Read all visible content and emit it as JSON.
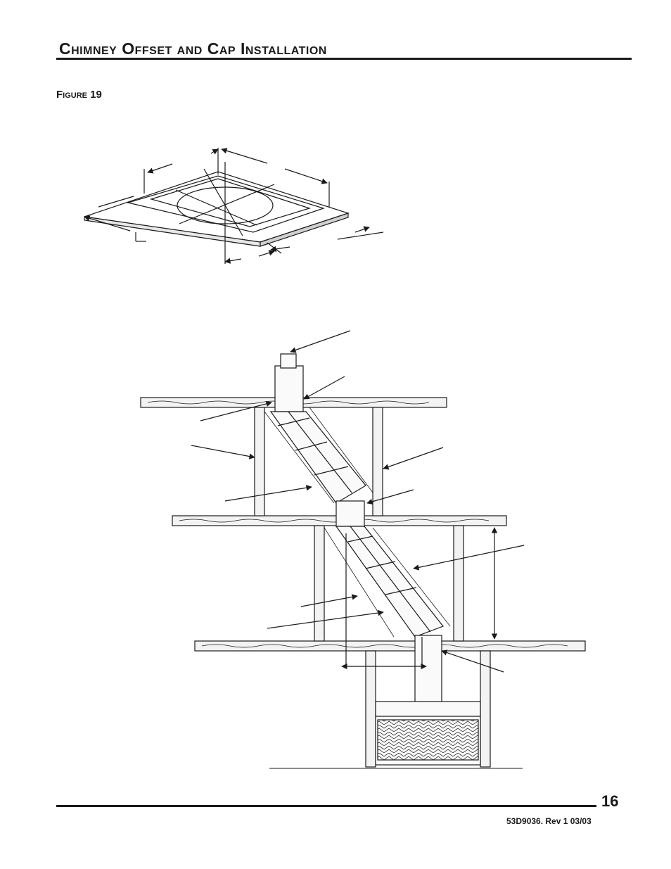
{
  "header": {
    "title": "Chimney Offset and Cap Installation"
  },
  "figure": {
    "label": "Figure 19"
  },
  "footer": {
    "page_number": "16",
    "doc_id": "53D9036. Rev 1 03/03"
  }
}
